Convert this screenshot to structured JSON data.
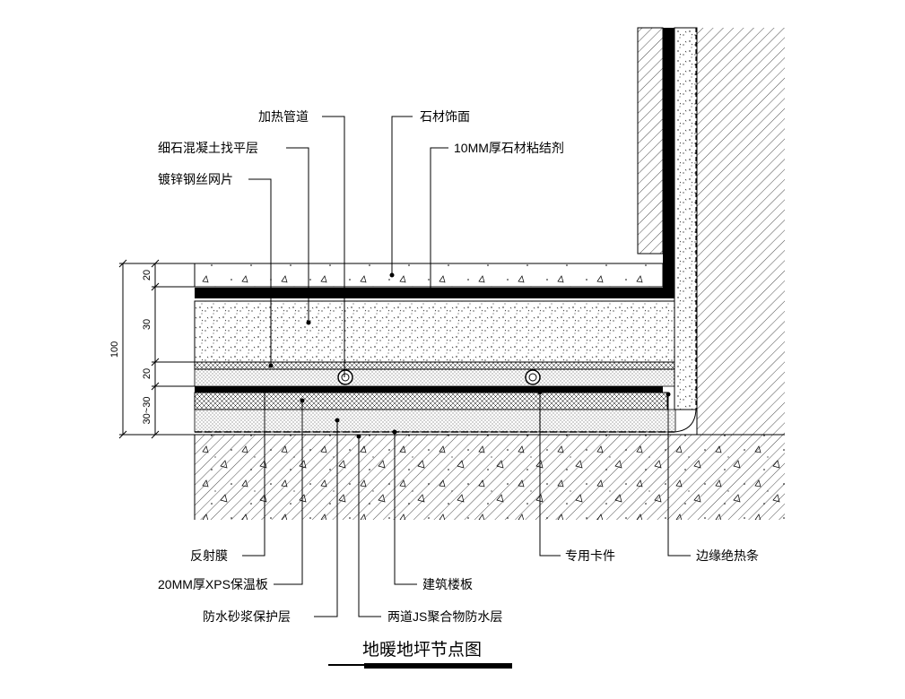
{
  "title": "地暖地坪节点图",
  "labels": {
    "heating_pipe": "加热管道",
    "stone_finish": "石材饰面",
    "fine_concrete": "细石混凝土找平层",
    "stone_adhesive": "10MM厚石材粘结剂",
    "galvanized_mesh": "镀锌钢丝网片",
    "reflective_film": "反射膜",
    "xps_board": "20MM厚XPS保温板",
    "mortar_protection": "防水砂浆保护层",
    "js_waterproof": "两道JS聚合物防水层",
    "floor_slab": "建筑楼板",
    "pipe_clip": "专用卡件",
    "edge_insulation": "边缘绝热条"
  },
  "dimensions": {
    "total": "100",
    "d1": "20",
    "d2": "30",
    "d3": "20",
    "d4": "30~30"
  }
}
